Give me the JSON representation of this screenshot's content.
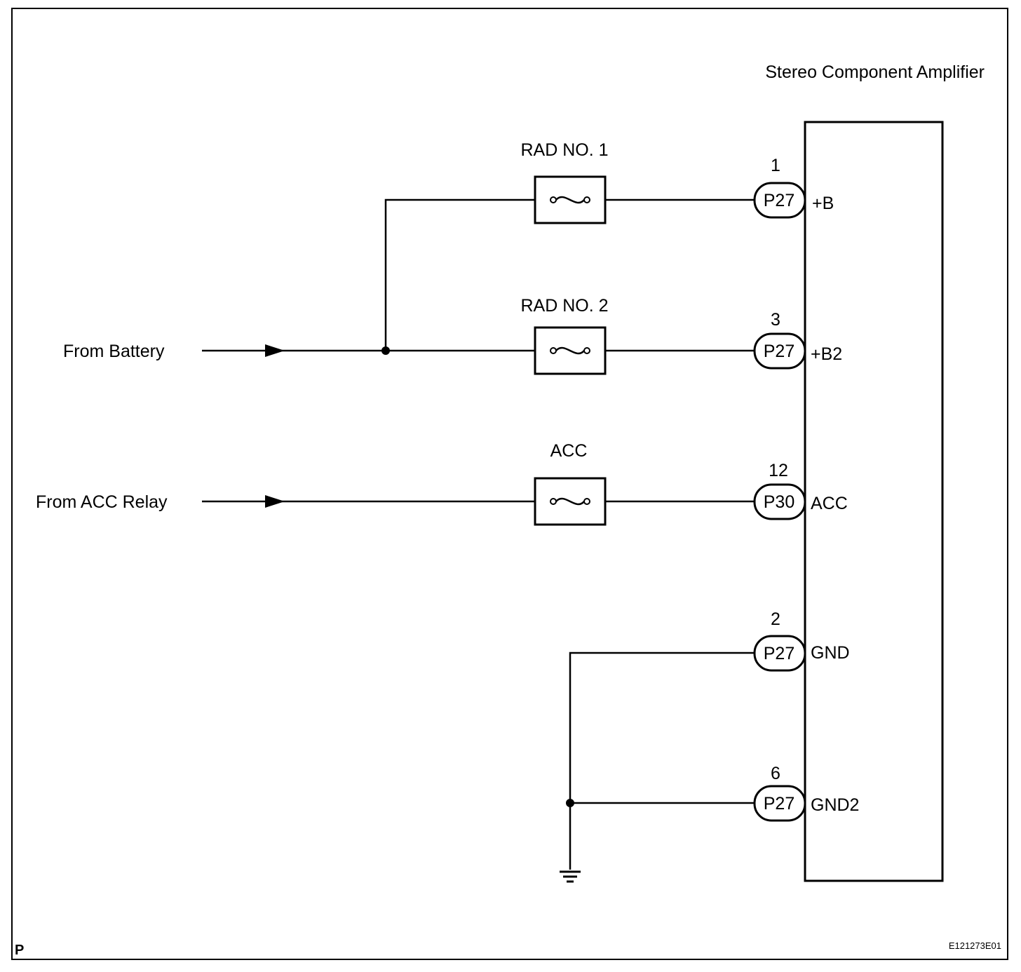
{
  "component": {
    "name": "Stereo Component Amplifier"
  },
  "sources": {
    "battery": "From Battery",
    "acc_relay": "From ACC Relay"
  },
  "fuses": {
    "rad1": "RAD NO. 1",
    "rad2": "RAD NO. 2",
    "acc": "ACC"
  },
  "pins": [
    {
      "pin": "1",
      "connector": "P27",
      "terminal": "+B"
    },
    {
      "pin": "3",
      "connector": "P27",
      "terminal": "+B2"
    },
    {
      "pin": "12",
      "connector": "P30",
      "terminal": "ACC"
    },
    {
      "pin": "2",
      "connector": "P27",
      "terminal": "GND"
    },
    {
      "pin": "6",
      "connector": "P27",
      "terminal": "GND2"
    }
  ],
  "footer": {
    "corner_mark": "P",
    "figure_id": "E121273E01"
  }
}
